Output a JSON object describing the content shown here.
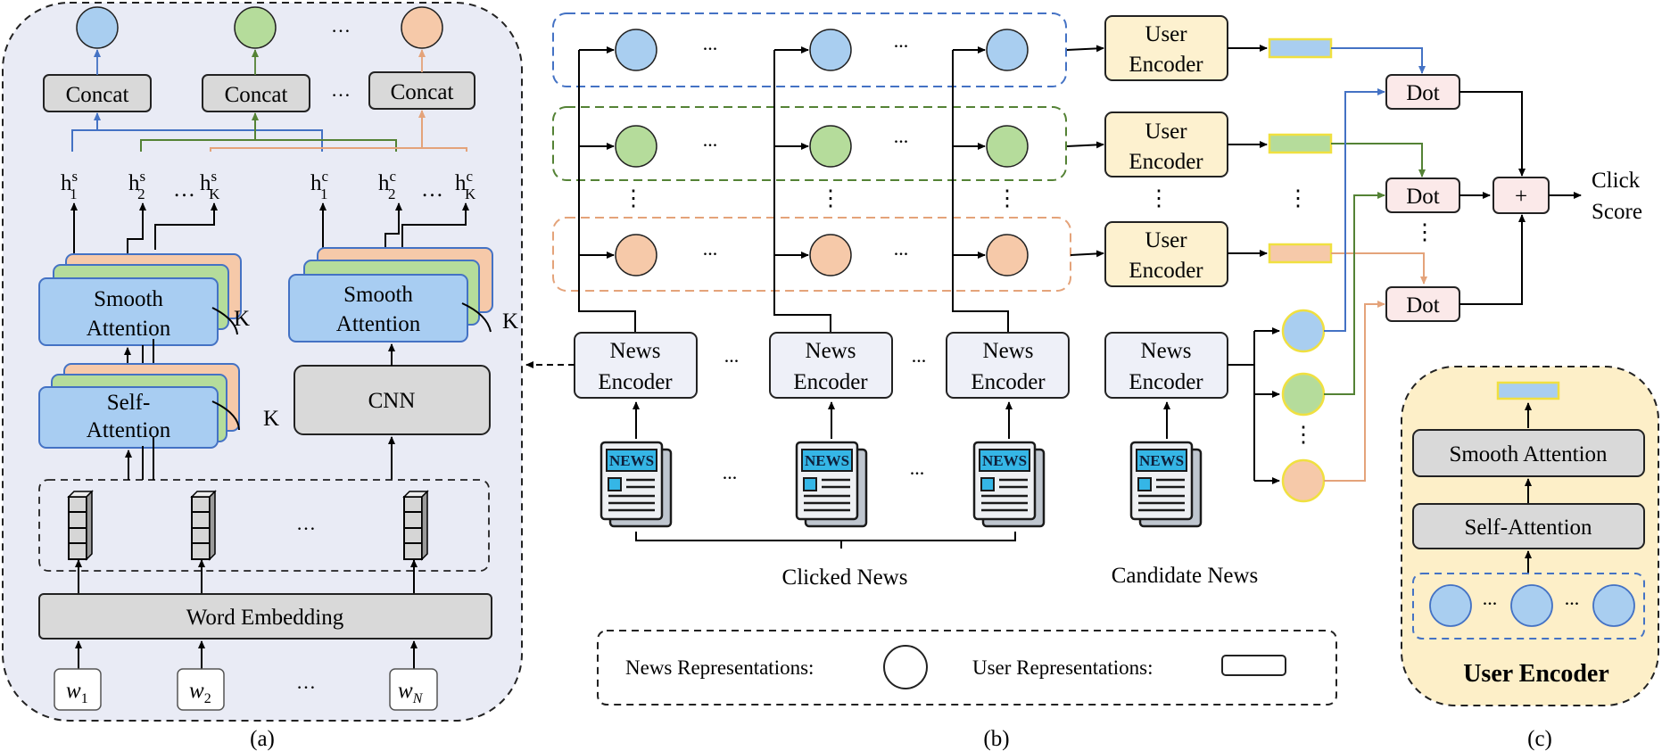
{
  "colors": {
    "blue_fill": "#a9cef0",
    "green_fill": "#b5dc9b",
    "orange_fill": "#f6c9a9",
    "blue_line": "#4472c4",
    "green_line": "#548235",
    "orange_line": "#e4a37a",
    "panel_a_bg": "#e9ebf5",
    "panel_c_bg": "#fdefc8",
    "encoder_box": "#eef0f8",
    "user_encoder_box": "#fdf1cf",
    "dot_box": "#fbe9e9",
    "gray_box": "#d9d9d9",
    "attn_blue": "#a8cdf2"
  },
  "panel_a": {
    "label": "(a)",
    "concat": [
      "Concat",
      "Concat",
      "Concat"
    ],
    "ellipsis": "…",
    "h_labels": {
      "s1_base": "h",
      "s1_sup": "s",
      "s1_sub": "1",
      "s2_base": "h",
      "s2_sup": "s",
      "s2_sub": "2",
      "sK_base": "h",
      "sK_sup": "s",
      "sK_sub": "K",
      "c1_base": "h",
      "c1_sup": "c",
      "c1_sub": "1",
      "c2_base": "h",
      "c2_sup": "c",
      "c2_sub": "2",
      "cK_base": "h",
      "cK_sup": "c",
      "cK_sub": "K",
      "dots": "…"
    },
    "smooth_attention_line1": "Smooth",
    "smooth_attention_line2": "Attention",
    "self_attention_line1": "Self-",
    "self_attention_line2": "Attention",
    "cnn": "CNN",
    "k_label": "K",
    "word_embedding": "Word Embedding",
    "words": [
      {
        "base": "w",
        "sub": "1"
      },
      {
        "base": "w",
        "sub": "2"
      },
      {
        "base": "w",
        "sub": "N"
      }
    ]
  },
  "panel_b": {
    "label": "(b)",
    "user_encoder_line1": "User",
    "user_encoder_line2": "Encoder",
    "news_encoder_line1": "News",
    "news_encoder_line2": "Encoder",
    "dot": "Dot",
    "plus": "+",
    "click_line1": "Click",
    "click_line2": "Score",
    "ellipsis": "...",
    "vdots": "⋮",
    "clicked_news": "Clicked News",
    "candidate_news": "Candidate News",
    "news_icon_text": "NEWS",
    "legend_news": "News Representations:",
    "legend_user": "User Representations:"
  },
  "panel_c": {
    "label": "(c)",
    "smooth_attention": "Smooth Attention",
    "self_attention": "Self-Attention",
    "title": "User Encoder",
    "ellipsis": "..."
  }
}
